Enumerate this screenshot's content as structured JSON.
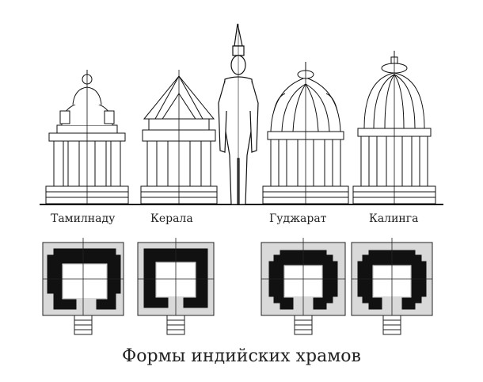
{
  "caption": "Формы индийских храмов",
  "temples": [
    {
      "label": "Тамилнаду"
    },
    {
      "label": "Керала"
    },
    {
      "label": "Гуджарат"
    },
    {
      "label": "Калинга"
    }
  ]
}
